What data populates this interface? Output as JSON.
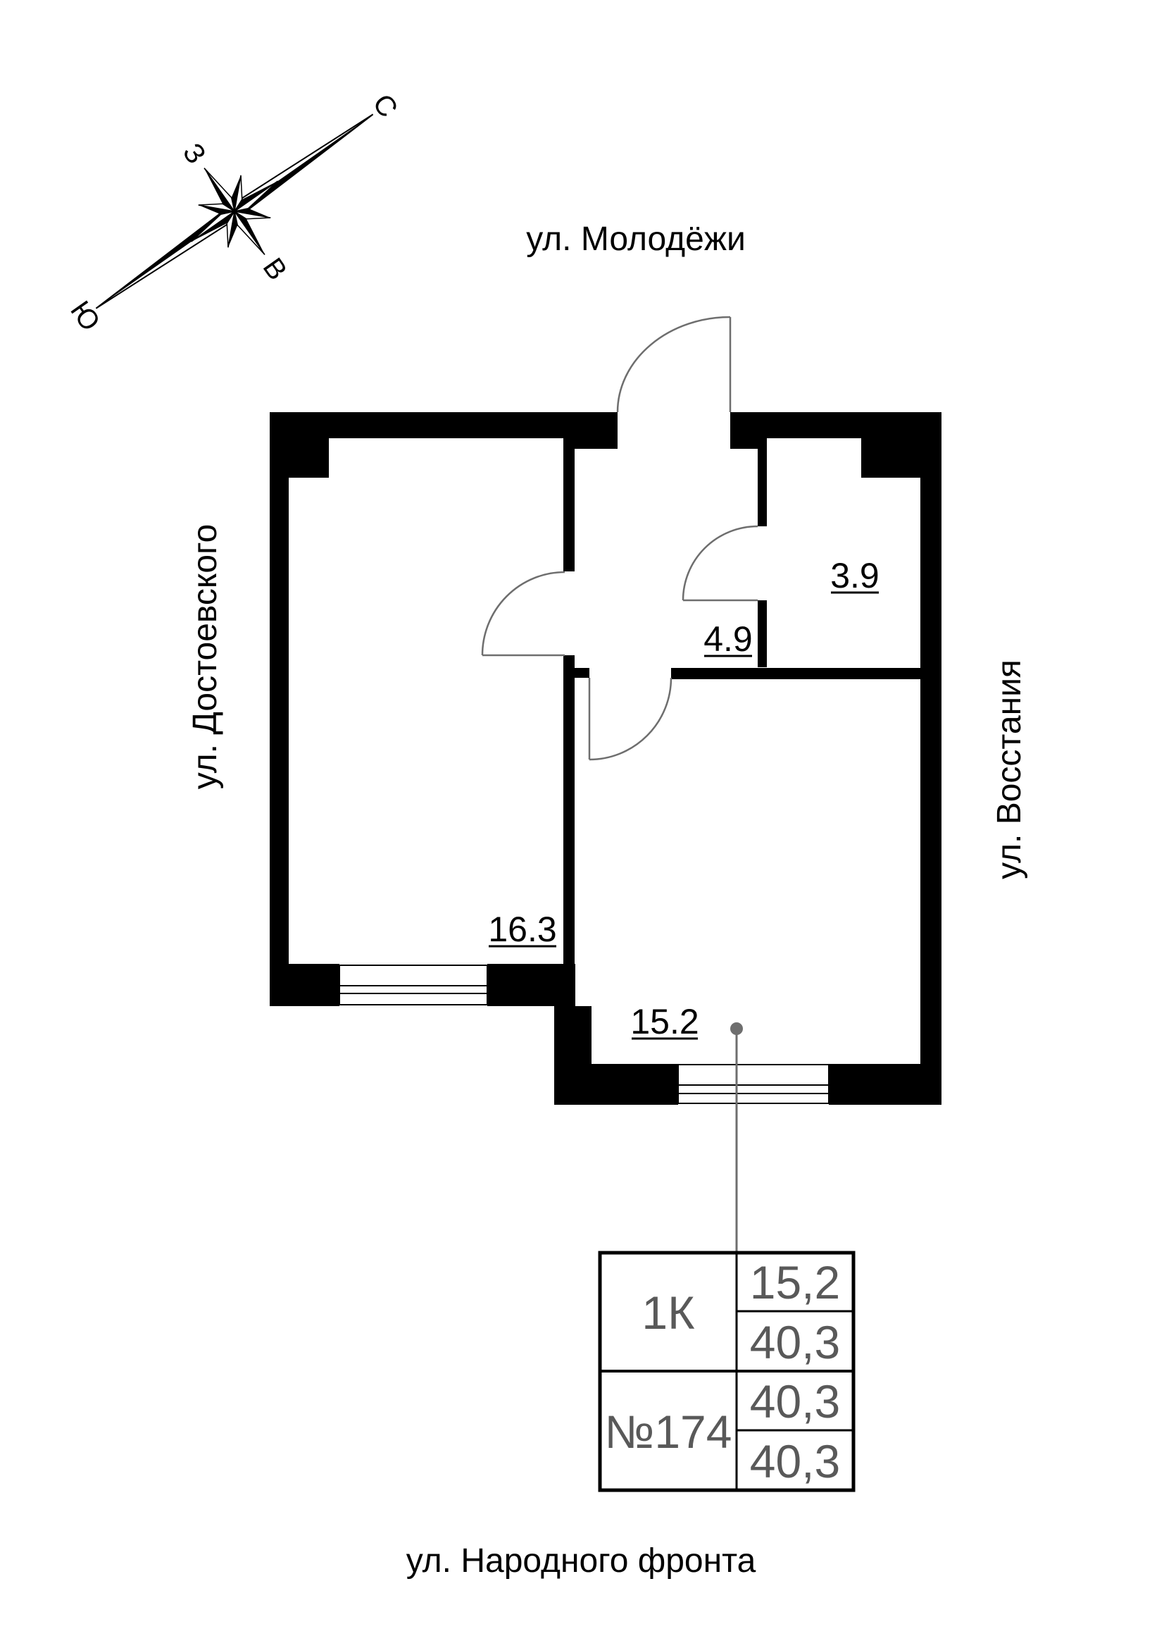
{
  "compass": {
    "north": "С",
    "west": "З",
    "east": "В",
    "south": "Ю"
  },
  "streets": {
    "top": "ул. Молодёжи",
    "left": "ул. Достоевского",
    "right": "ул. Восстания",
    "bottom": "ул. Народного фронта"
  },
  "plan": {
    "rooms": {
      "living": "16.3",
      "hall": "4.9",
      "bathroom": "3.9",
      "kitchen": "15.2"
    }
  },
  "info_table": {
    "type_label": "1К",
    "number_label": "№174",
    "values": [
      "15,2",
      "40,3",
      "40,3",
      "40,3"
    ]
  },
  "colors": {
    "wall": "#000000",
    "muted_text": "#595959",
    "door_line": "#6e6e6e"
  }
}
